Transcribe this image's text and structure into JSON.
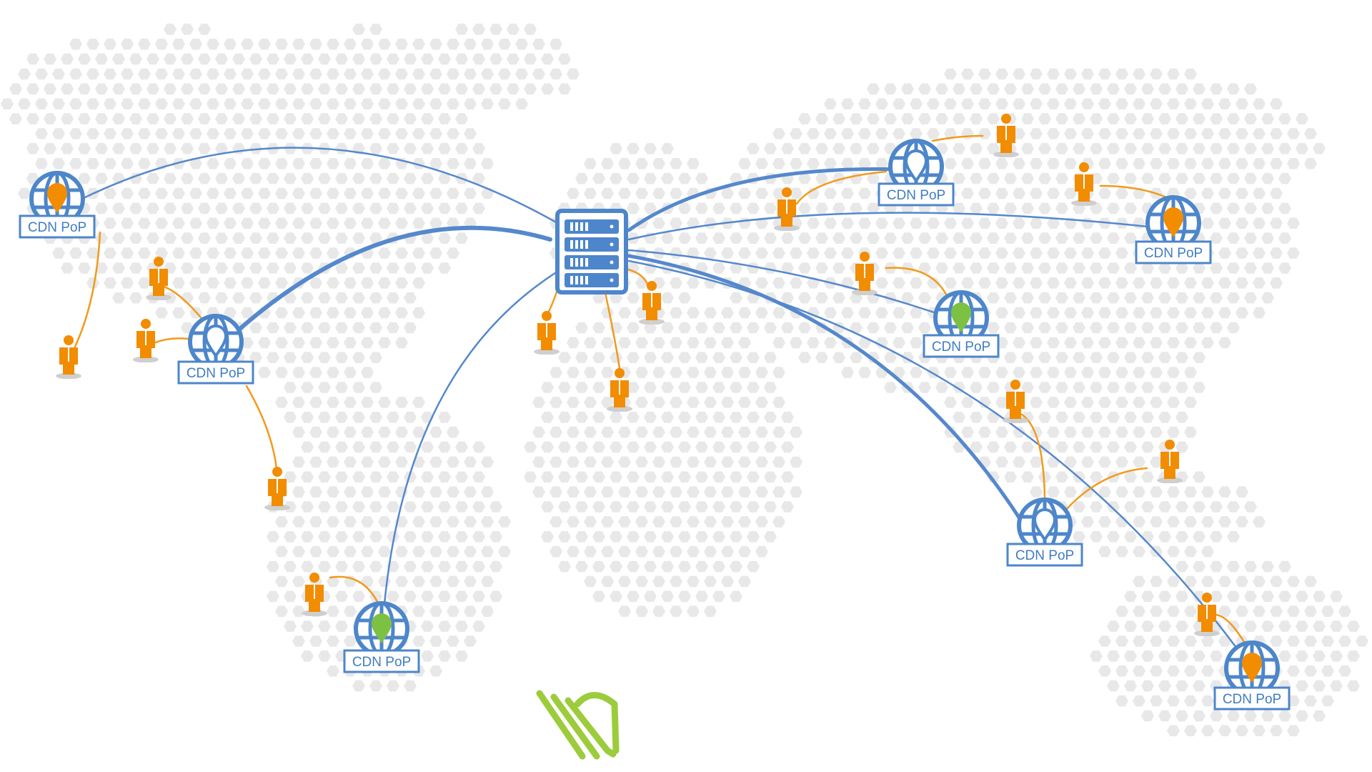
{
  "diagram": {
    "pop_label": "CDN PoP",
    "node_types": [
      "origin-server",
      "cdn-pop",
      "end-user"
    ],
    "colors": {
      "link_blue": "#5588cc",
      "user_orange": "#f28c00",
      "user_link_orange": "#f29a1c",
      "pin_orange": "#f28c00",
      "pin_green": "#7cc142",
      "logo_green": "#9ccc3c",
      "map_dots": "#e8e8e8"
    },
    "pops": [
      {
        "id": "pop-west",
        "pin": "orange"
      },
      {
        "id": "pop-americas",
        "pin": "blue"
      },
      {
        "id": "pop-south",
        "pin": "green"
      },
      {
        "id": "pop-north",
        "pin": "blue"
      },
      {
        "id": "pop-east",
        "pin": "orange"
      },
      {
        "id": "pop-central",
        "pin": "green"
      },
      {
        "id": "pop-southeast",
        "pin": "blue"
      },
      {
        "id": "pop-far-east",
        "pin": "orange"
      }
    ],
    "logo": "hexagon-brand-logo-icon"
  }
}
